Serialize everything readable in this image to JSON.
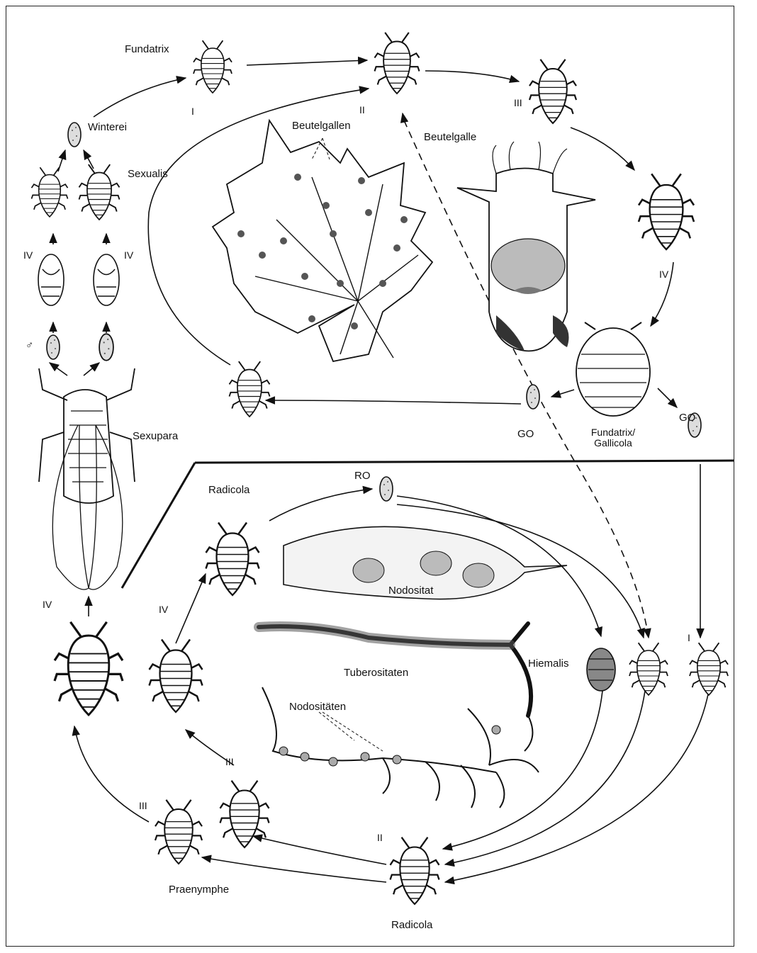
{
  "labels": {
    "fundatrix": "Fundatrix",
    "winterei": "Winterei",
    "sexualis": "Sexualis",
    "beutelgallen": "Beutelgallen",
    "beutelgalle": "Beutelgalle",
    "sexupara": "Sexupara",
    "go_left": "GO",
    "go_right": "GO",
    "fundatrix_gallicola_1": "Fundatrix/",
    "fundatrix_gallicola_2": "Gallicola",
    "radicola_top": "Radicola",
    "ro": "RO",
    "nodositat": "Nodositat",
    "tuberositaten": "Tuberositaten",
    "nodositaten": "Nodositäten",
    "hiemalis": "Hiemalis",
    "praenymphe": "Praenymphe",
    "radicola_bottom": "Radicola",
    "male_symbol": "♂"
  },
  "stage_labels": {
    "s_I_top": "I",
    "s_II_top": "II",
    "s_III_top": "III",
    "s_IV_right": "IV",
    "s_IV_left1": "IV",
    "s_IV_left2": "IV",
    "s_IV_radicola": "IV",
    "s_IV_bigleft": "IV",
    "s_III_mid": "III",
    "s_III_left": "III",
    "s_II_bottom": "II",
    "s_I_right": "I"
  }
}
